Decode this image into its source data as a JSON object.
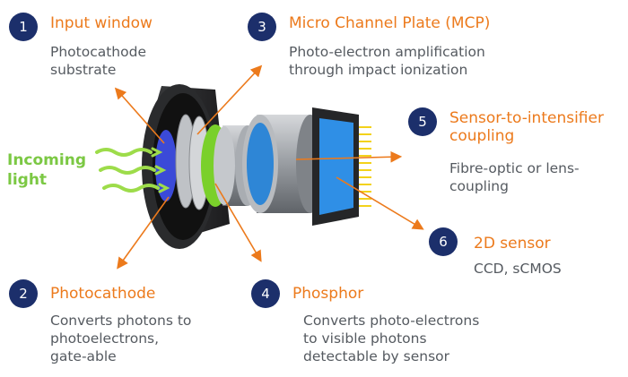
{
  "incoming_light": [
    "Incoming",
    "light"
  ],
  "callouts": [
    {
      "num": "1",
      "title": "Input window",
      "desc": [
        "Photocathode",
        "substrate"
      ]
    },
    {
      "num": "2",
      "title": "Photocathode",
      "desc": [
        "Converts photons to",
        "photoelectrons,",
        "gate-able"
      ]
    },
    {
      "num": "3",
      "title": "Micro Channel Plate (MCP)",
      "desc": [
        "Photo-electron amplification",
        "through impact ionization"
      ]
    },
    {
      "num": "4",
      "title": "Phosphor",
      "desc": [
        "Converts photo-electrons",
        "to visible photons",
        "detectable by sensor"
      ]
    },
    {
      "num": "5",
      "title": "Sensor-to-intensifier",
      "title2": "coupling",
      "desc": [
        "Fibre-optic or lens-",
        "coupling"
      ]
    },
    {
      "num": "6",
      "title": "2D sensor",
      "desc": [
        "CCD, sCMOS"
      ]
    }
  ],
  "colors": {
    "badge": "#1c2f6b",
    "title": "#ec7a1c",
    "text": "#555a60",
    "light": "#7bc843",
    "arrow": "#ec7a1c"
  }
}
